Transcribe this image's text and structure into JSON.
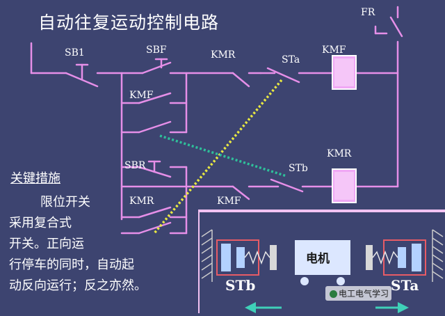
{
  "title": "自动往复运动控制电路",
  "labels": {
    "fr": "FR",
    "sb1": "SB1",
    "sbf": "SBF",
    "kmr_top": "KMR",
    "sta": "STa",
    "kmf_coil": "KMF",
    "kmf_hold": "KMF",
    "sbr": "SBR",
    "stb": "STb",
    "kmr_coil": "KMR",
    "kmr_hold": "KMR",
    "kmf_interlock": "KMF"
  },
  "side": {
    "heading": "关键措施",
    "lines": [
      "限位开关",
      "采用复合式",
      "开关。正向运",
      "行停车的同时，自动起",
      "动反向运行；反之亦然。"
    ]
  },
  "mechanism": {
    "motor": "电机",
    "stb": "STb",
    "sta": "STa"
  },
  "watermark": "电工电气学习",
  "colors": {
    "background": "#3d4470",
    "wire": "#e68fe8",
    "coil": "#f0a8f5",
    "track": "#f2c2f2",
    "yellow_dots": "#e8e842",
    "green_dots": "#2fbf9a",
    "arrow": "#3fd0b8"
  }
}
